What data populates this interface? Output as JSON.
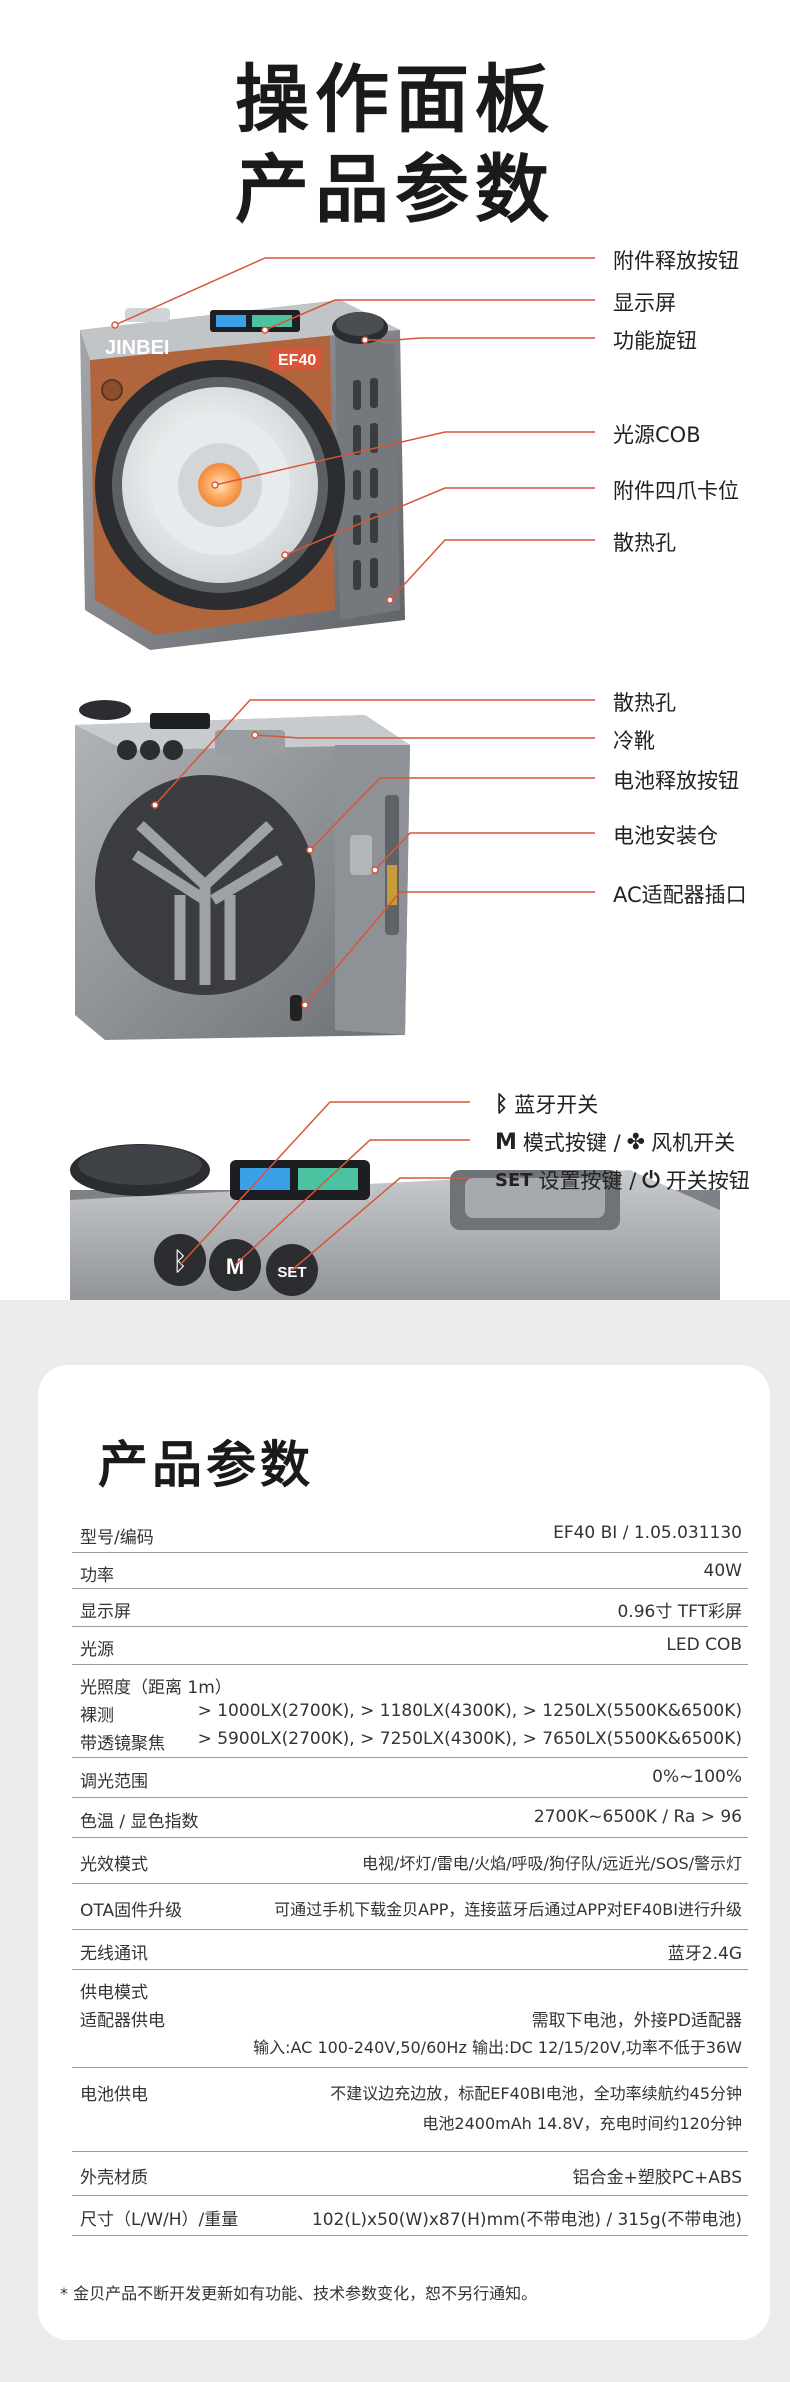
{
  "title": {
    "line1": "操作面板",
    "line2": "产品参数"
  },
  "front_view": {
    "brand": "JINBEI",
    "model_badge": "EF40",
    "callouts": [
      "附件释放按钮",
      "显示屏",
      "功能旋钮",
      "光源COB",
      "附件四爪卡位",
      "散热孔"
    ]
  },
  "back_view": {
    "callouts": [
      "散热孔",
      "冷靴",
      "电池释放按钮",
      "电池安装仓",
      "AC适配器插口"
    ]
  },
  "buttons_view": {
    "button_m": "M",
    "button_set": "SET",
    "functions": [
      {
        "icon": "bluetooth-icon",
        "text": "蓝牙开关"
      },
      {
        "glyph": "M",
        "text": "模式按键 /",
        "icon2": "fan-icon",
        "text2": "风机开关"
      },
      {
        "glyph": "SET",
        "text": "设置按键 /",
        "icon2": "power-icon",
        "text2": "开关按钮"
      }
    ]
  },
  "specs": {
    "heading": "产品参数",
    "rows": [
      {
        "label": "型号/编码",
        "value": "EF40 BI / 1.05.031130"
      },
      {
        "label": "功率",
        "value": "40W"
      },
      {
        "label": "显示屏",
        "value": "0.96寸 TFT彩屏"
      },
      {
        "label": "光源",
        "value": "LED COB"
      },
      {
        "label": "光照度（距离 1m）",
        "sub": [
          {
            "label": "裸测",
            "value": "> 1000LX(2700K), > 1180LX(4300K), > 1250LX(5500K&6500K)"
          },
          {
            "label": "带透镜聚焦",
            "value": "> 5900LX(2700K), > 7250LX(4300K), > 7650LX(5500K&6500K)"
          }
        ]
      },
      {
        "label": "调光范围",
        "value": "0%~100%"
      },
      {
        "label": "色温 / 显色指数",
        "value": "2700K~6500K / Ra > 96"
      },
      {
        "label": "光效模式",
        "value": "电视/坏灯/雷电/火焰/呼吸/狗仔队/远近光/SOS/警示灯"
      },
      {
        "label": "OTA固件升级",
        "value": "可通过手机下载金贝APP，连接蓝牙后通过APP对EF40BI进行升级"
      },
      {
        "label": "无线通讯",
        "value": "蓝牙2.4G"
      },
      {
        "label": "供电模式",
        "label2": "适配器供电",
        "value": "需取下电池，外接PD适配器",
        "value2": "输入:AC 100-240V,50/60Hz  输出:DC 12/15/20V,功率不低于36W"
      },
      {
        "label": "电池供电",
        "value": "不建议边充边放，标配EF40BI电池，全功率续航约45分钟",
        "value2": "电池2400mAh 14.8V，充电时间约120分钟"
      },
      {
        "label": "外壳材质",
        "value": "铝合金+塑胶PC+ABS"
      },
      {
        "label": "尺寸（L/W/H）/重量",
        "value": "102(L)x50(W)x87(H)mm(不带电池) / 315g(不带电池)"
      }
    ],
    "footnote": "* 金贝产品不断开发更新如有功能、技术参数变化，恕不另行通知。"
  },
  "colors": {
    "accent_line": "#d9553a",
    "leather": "#b0653d",
    "body_gray": "#8a8d92"
  }
}
